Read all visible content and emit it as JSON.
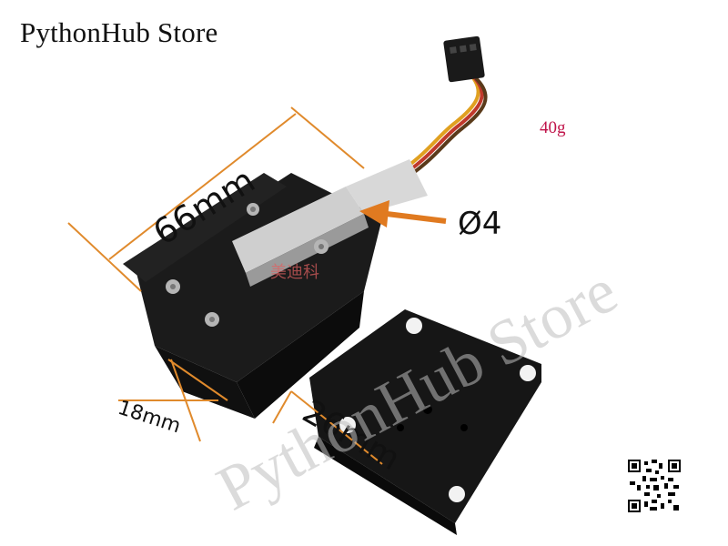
{
  "header": {
    "store_name": "PythonHub Store"
  },
  "product": {
    "weight": "40g",
    "dimensions": {
      "length": "66mm",
      "pin_diameter": "Ø4",
      "height": "18mm",
      "width": "26mm"
    }
  },
  "watermark": {
    "text": "PythonHub Store",
    "chinese_mark": "美迪科"
  },
  "colors": {
    "dimension_line": "#e08a2c",
    "weight_text": "#c0144a",
    "watermark": "#bdbdbd",
    "body": "#141414"
  },
  "icons": {
    "qr": "qr-code-icon"
  }
}
